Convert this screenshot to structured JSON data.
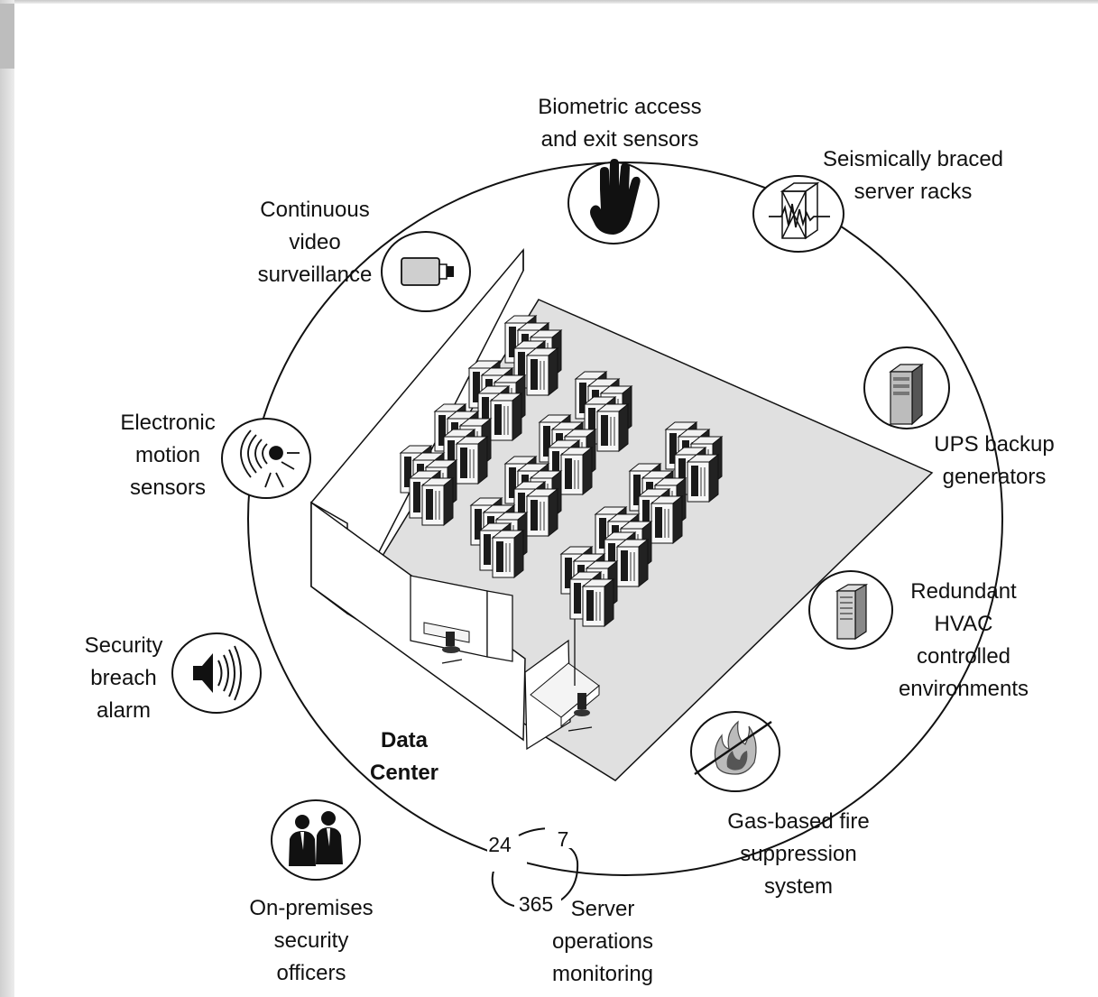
{
  "center_label": [
    "Data",
    "Center"
  ],
  "features": [
    {
      "name": "biometric",
      "icon": "hand-icon",
      "lines": [
        "Biometric access",
        "and exit sensors"
      ]
    },
    {
      "name": "seismic",
      "icon": "seismic-rack-icon",
      "lines": [
        "Seismically braced",
        "server racks"
      ]
    },
    {
      "name": "ups",
      "icon": "server-tower-icon",
      "lines": [
        "UPS backup",
        "generators"
      ]
    },
    {
      "name": "hvac",
      "icon": "hvac-unit-icon",
      "lines": [
        "Redundant",
        "HVAC",
        "controlled",
        "environments"
      ]
    },
    {
      "name": "fire",
      "icon": "no-fire-icon",
      "lines": [
        "Gas-based fire",
        "suppression",
        "system"
      ]
    },
    {
      "name": "monitoring",
      "icon": "clock-cycle-icon",
      "lines": [
        "Server",
        "operations",
        "monitoring"
      ]
    },
    {
      "name": "officers",
      "icon": "officers-icon",
      "lines": [
        "On-premises",
        "security",
        "officers"
      ]
    },
    {
      "name": "alarm",
      "icon": "speaker-icon",
      "lines": [
        "Security",
        "breach",
        "alarm"
      ]
    },
    {
      "name": "motion",
      "icon": "motion-sensor-icon",
      "lines": [
        "Electronic",
        "motion",
        "sensors"
      ]
    },
    {
      "name": "video",
      "icon": "video-camera-icon",
      "lines": [
        "Continuous",
        "video",
        "surveillance"
      ]
    }
  ],
  "cycle_numbers": {
    "hours": "24",
    "days": "7",
    "year": "365"
  }
}
